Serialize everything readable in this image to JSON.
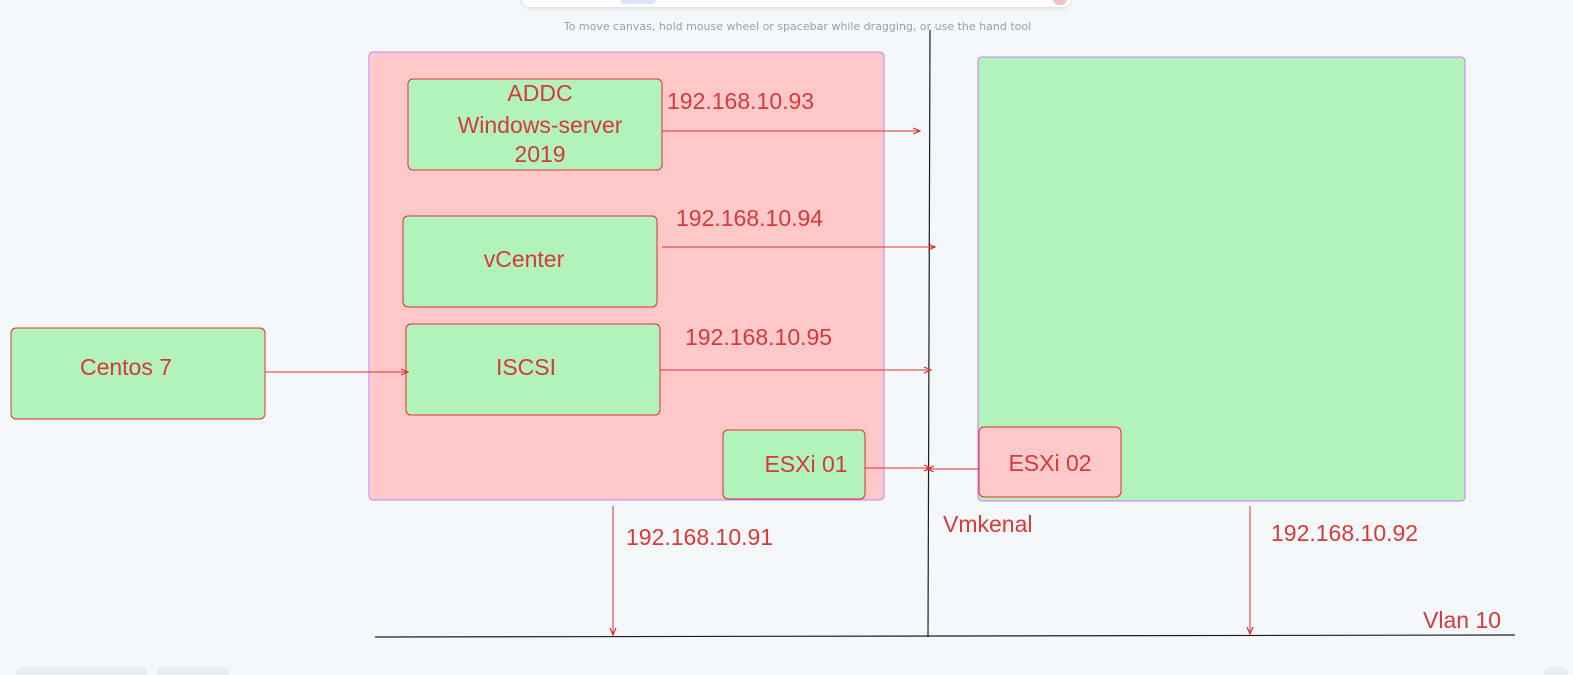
{
  "canvas_hint": "To move canvas, hold mouse wheel or spacebar while dragging, or use the hand tool",
  "colors": {
    "background": "#f4f8fb",
    "green_fill": "#b2f2bb",
    "red_fill": "#ffc9c9",
    "stroke_red": "#e03131",
    "text_red": "#d63a3a",
    "frame_stroke": "#c77dff",
    "line_black": "#1e1e1e"
  },
  "nodes": {
    "addc": {
      "lines": [
        "ADDC",
        "Windows-server",
        "2019"
      ]
    },
    "vcenter": {
      "label": "vCenter"
    },
    "iscsi": {
      "label": "ISCSI"
    },
    "centos": {
      "label": "Centos 7"
    },
    "esxi01": {
      "label": "ESXi 01"
    },
    "esxi02": {
      "label": "ESXi 02"
    }
  },
  "labels": {
    "ip_addc": "192.168.10.93",
    "ip_vcenter": "192.168.10.94",
    "ip_iscsi": "192.168.10.95",
    "ip_esxi01": "192.168.10.91",
    "ip_esxi02": "192.168.10.92",
    "vmkernel": "Vmkenal",
    "vlan": "Vlan 10"
  }
}
